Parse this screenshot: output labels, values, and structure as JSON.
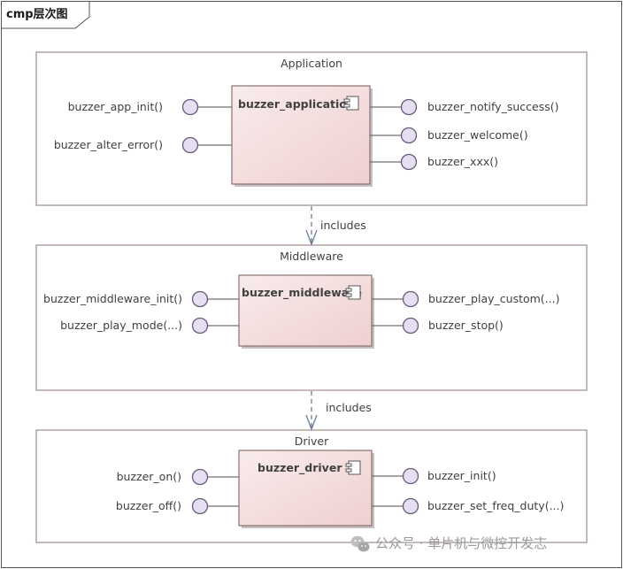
{
  "diagram": {
    "tab_label": "cmp层次图",
    "packages": [
      {
        "title": "Application",
        "component": "buzzer_application",
        "left_interfaces": [
          "buzzer_app_init()",
          "buzzer_alter_error()"
        ],
        "right_interfaces": [
          "buzzer_notify_success()",
          "buzzer_welcome()",
          "buzzer_xxx()"
        ]
      },
      {
        "title": "Middleware",
        "component": "buzzer_middleware",
        "left_interfaces": [
          "buzzer_middleware_init()",
          "buzzer_play_mode(...)"
        ],
        "right_interfaces": [
          "buzzer_play_custom(...)",
          "buzzer_stop()"
        ]
      },
      {
        "title": "Driver",
        "component": "buzzer_driver",
        "left_interfaces": [
          "buzzer_on()",
          "buzzer_off()"
        ],
        "right_interfaces": [
          "buzzer_init()",
          "buzzer_set_freq_duty(...)"
        ]
      }
    ],
    "dependencies": [
      {
        "from": "Application",
        "to": "Middleware",
        "label": "includes"
      },
      {
        "from": "Middleware",
        "to": "Driver",
        "label": "includes"
      }
    ]
  },
  "watermark": {
    "text": "公众号 · 单片机与微控开发志",
    "icon": "wechat-icon"
  },
  "colors": {
    "component_fill_start": "#f9ecec",
    "component_fill_end": "#efcfd0",
    "interface_fill": "#e6dff2",
    "dependency_line": "#6a7a9a"
  }
}
